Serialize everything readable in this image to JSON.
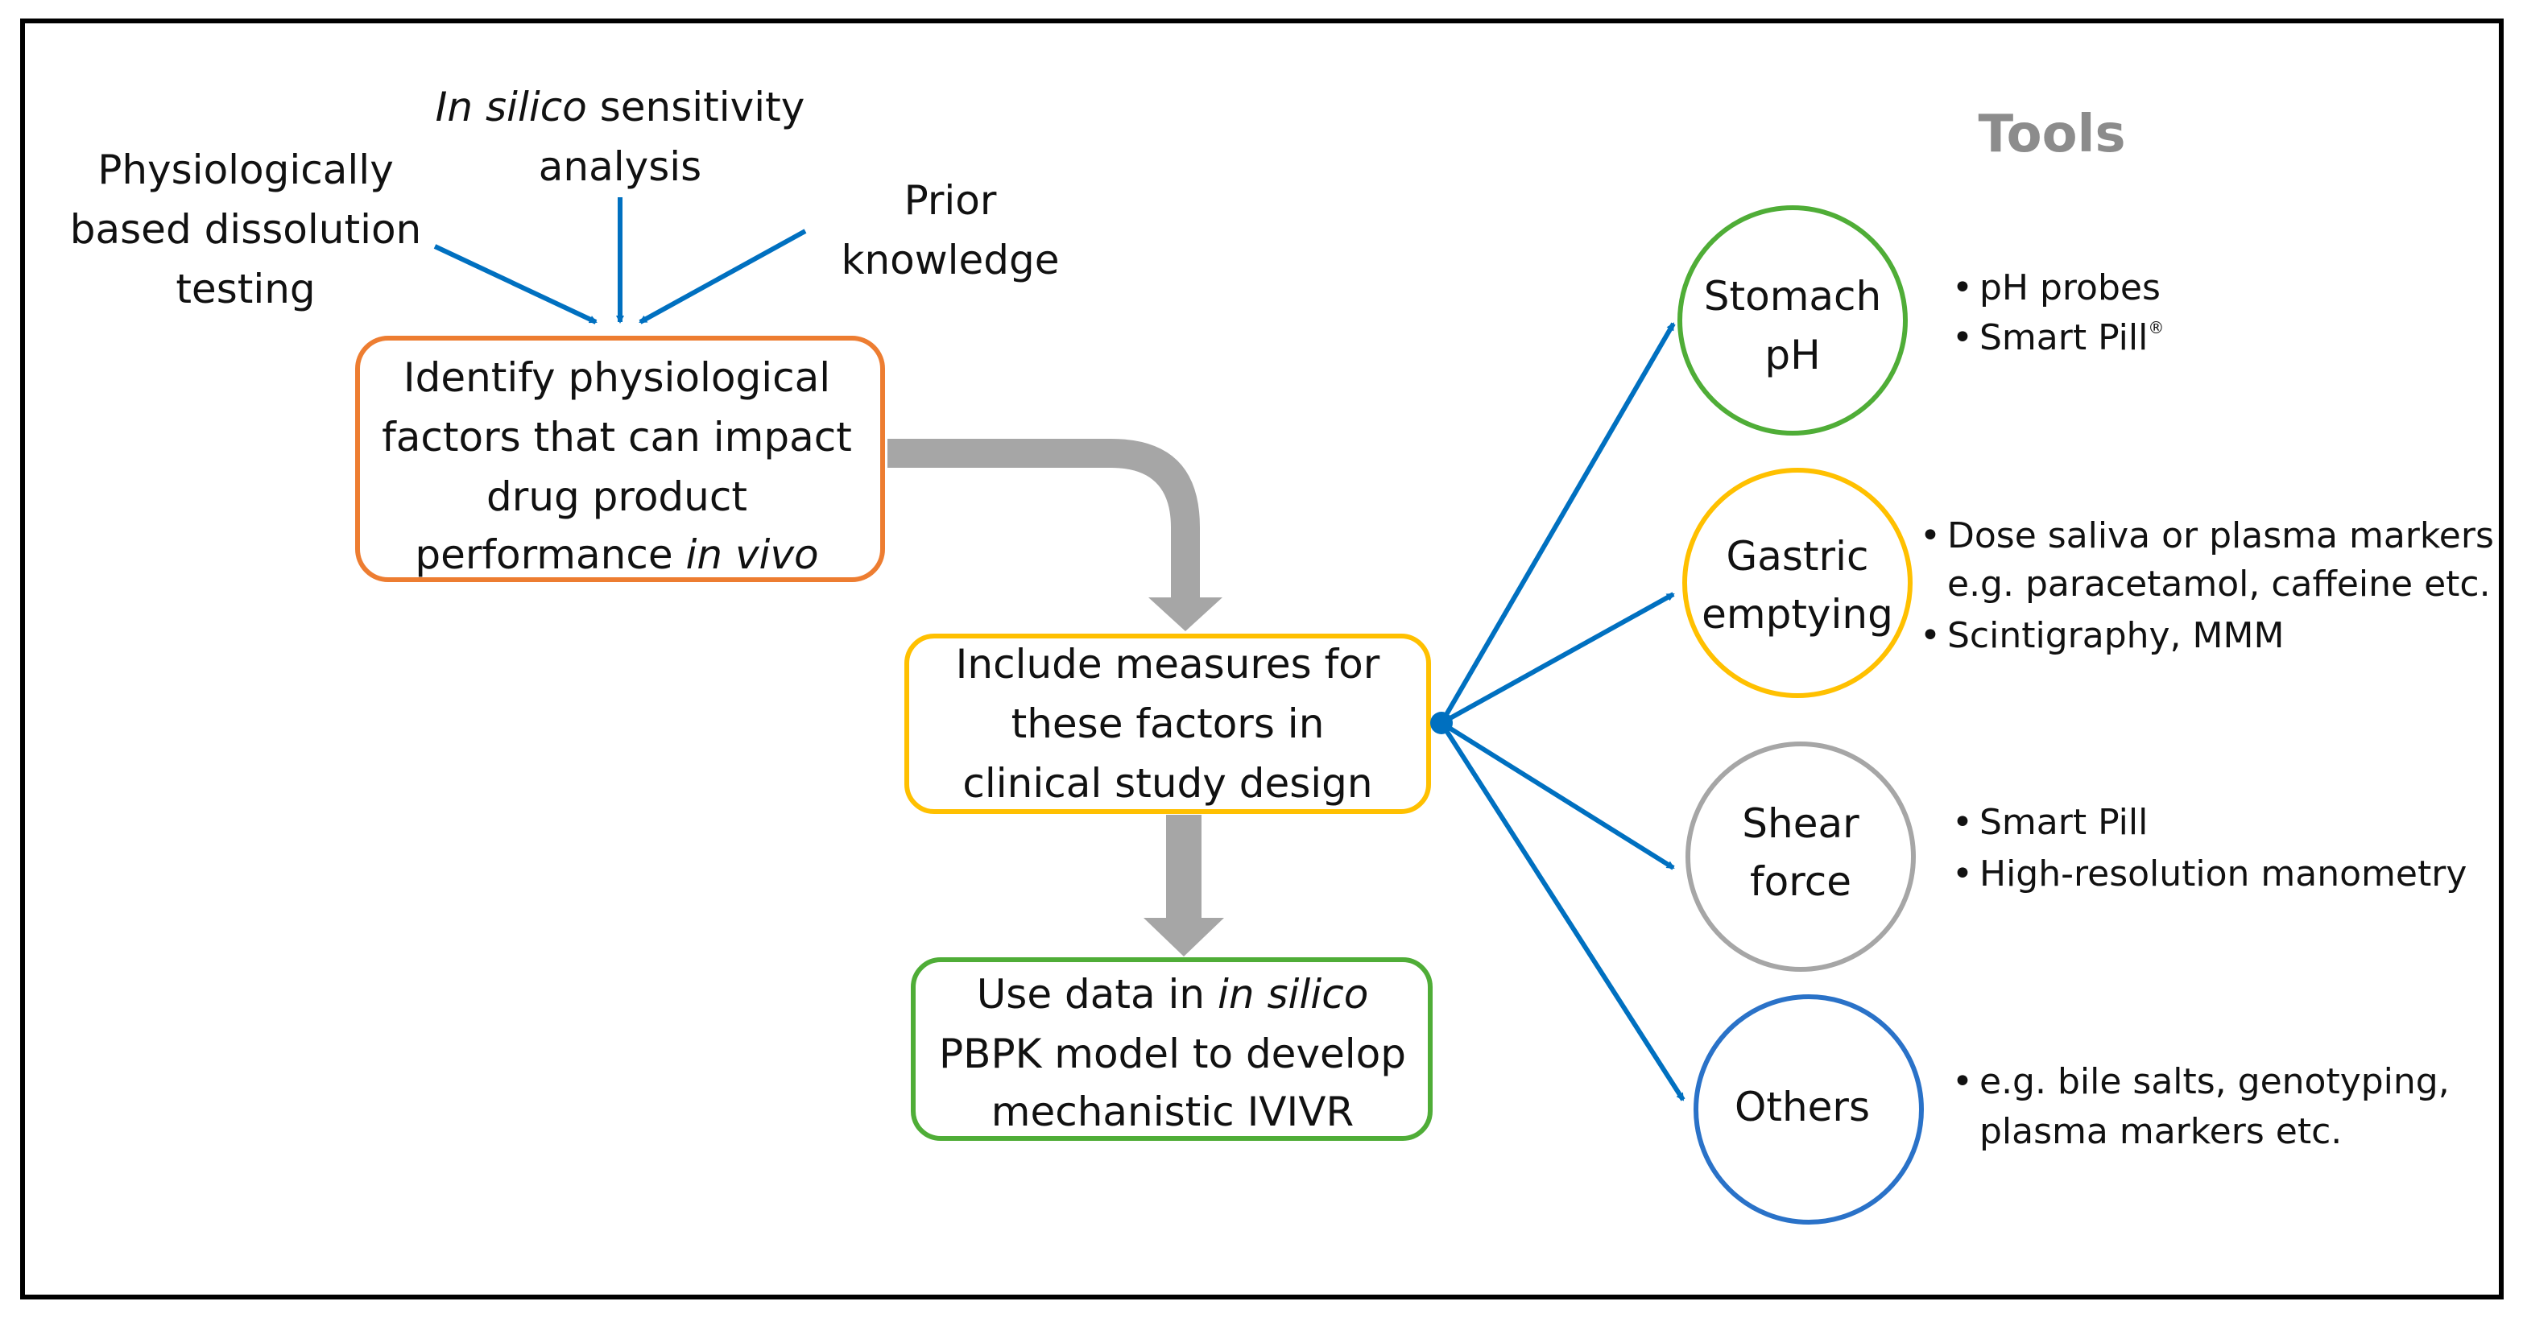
{
  "colors": {
    "arrow_blue": "#0070c0",
    "flow_gray": "#a6a6a6",
    "orange": "#ed7d31",
    "yellow": "#ffc000",
    "green": "#4fad37",
    "gray": "#a6a6a6",
    "blue": "#2a72c8",
    "frame": "#000000"
  },
  "inputs": {
    "physio": [
      "Physiologically",
      "based dissolution",
      "testing"
    ],
    "insilico": {
      "italic": "In silico",
      "rest": " sensitivity",
      "line2": "analysis"
    },
    "prior": [
      "Prior",
      "knowledge"
    ]
  },
  "boxes": {
    "identify": {
      "lines": [
        "Identify physiological",
        "factors that can impact",
        "drug product"
      ],
      "last_plain": "performance ",
      "last_italic": "in vivo"
    },
    "include": {
      "lines": [
        "Include measures for",
        "these factors in",
        "clinical study design"
      ]
    },
    "use": {
      "line1_plain": "Use data in ",
      "line1_italic": "in silico",
      "lines": [
        "PBPK model to develop",
        "mechanistic IVIVR"
      ]
    }
  },
  "tools_title": "Tools",
  "factors": [
    {
      "id": "stomach",
      "lines": [
        "Stomach",
        "pH"
      ]
    },
    {
      "id": "gastric",
      "lines": [
        "Gastric",
        "emptying"
      ]
    },
    {
      "id": "shear",
      "lines": [
        "Shear",
        "force"
      ]
    },
    {
      "id": "others",
      "lines": [
        "Others"
      ]
    }
  ],
  "tools": {
    "stomach": {
      "items": [
        "pH probes",
        "Smart Pill"
      ],
      "registered_mark": "®"
    },
    "gastric": {
      "item1": [
        "Dose saliva or plasma markers",
        "e.g. paracetamol, caffeine etc."
      ],
      "item2": "Scintigraphy, MMM"
    },
    "shear": {
      "items": [
        "Smart Pill",
        "High-resolution manometry"
      ]
    },
    "others": {
      "item1": [
        "e.g. bile salts, genotyping,",
        "plasma markers etc."
      ]
    }
  },
  "bullet": "•"
}
